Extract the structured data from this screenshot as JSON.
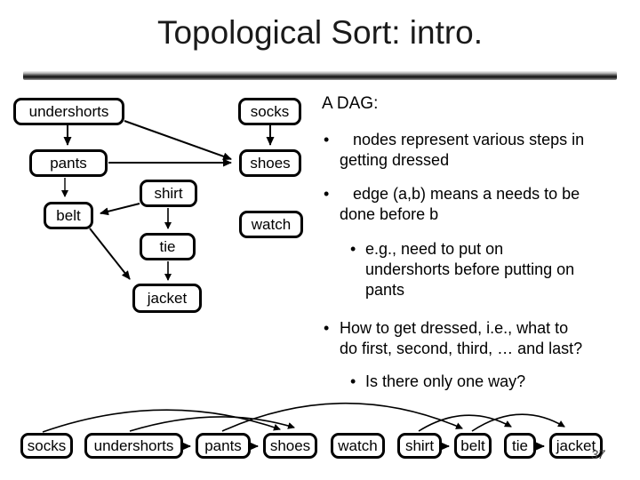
{
  "slide": {
    "title": "Topological Sort: intro.",
    "page_number": "37"
  },
  "colors": {
    "background": "#ffffff",
    "text": "#000000",
    "box_border": "#000000",
    "divider_dark": "#141414"
  },
  "bullet_char": "•",
  "graph": {
    "description": "directed acyclic graph of dressing steps",
    "nodes": [
      "undershorts",
      "socks",
      "pants",
      "shoes",
      "shirt",
      "belt",
      "watch",
      "tie",
      "jacket"
    ],
    "edges": [
      [
        "undershorts",
        "pants"
      ],
      [
        "undershorts",
        "shoes"
      ],
      [
        "socks",
        "shoes"
      ],
      [
        "pants",
        "shoes"
      ],
      [
        "pants",
        "belt"
      ],
      [
        "shirt",
        "belt"
      ],
      [
        "shirt",
        "tie"
      ],
      [
        "belt",
        "jacket"
      ],
      [
        "tie",
        "jacket"
      ]
    ]
  },
  "panel": {
    "heading": "A DAG:",
    "bullets": [
      {
        "level": 1,
        "lines": [
          "nodes represent various steps in",
          "getting dressed"
        ]
      },
      {
        "level": 1,
        "lines": [
          "edge (a,b) means a needs to be",
          "done before b"
        ]
      },
      {
        "level": 2,
        "lines": [
          "e.g., need to put on",
          "undershorts before putting on",
          "pants"
        ]
      },
      {
        "level": 1,
        "lines": [
          "How to get dressed, i.e., what to",
          "do first, second, third, … and last?"
        ]
      },
      {
        "level": 2,
        "lines": [
          "Is there only one way?"
        ]
      }
    ]
  },
  "ordering": [
    "socks",
    "undershorts",
    "pants",
    "shoes",
    "watch",
    "shirt",
    "belt",
    "tie",
    "jacket"
  ]
}
